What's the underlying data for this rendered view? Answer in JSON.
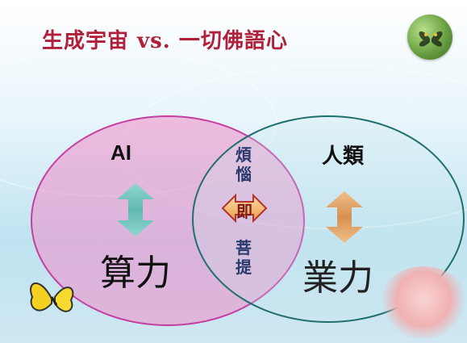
{
  "slide": {
    "title": "生成宇宙 vs. 一切佛語心",
    "left_set": {
      "label": "AI",
      "power": "算力"
    },
    "right_set": {
      "label": "人類",
      "power": "業力"
    },
    "intersection": {
      "top_chars": [
        "煩",
        "惱"
      ],
      "middle": "即",
      "bottom_chars": [
        "菩",
        "提"
      ]
    }
  },
  "colors": {
    "title": "#b0203a",
    "left_circle": "#c43fa0",
    "right_circle": "#1f6f6f",
    "left_arrow": "#7fd0c9",
    "right_arrow": "#e0a070",
    "ji_arrow_fill": "#f5c07a"
  },
  "icons": {
    "top_right": "butterfly-badge-icon",
    "bottom_left": "butterfly-icon",
    "left_arrow": "double-arrow-vertical-icon",
    "right_arrow": "double-arrow-vertical-icon",
    "ji_arrow": "double-arrow-horizontal-icon"
  }
}
